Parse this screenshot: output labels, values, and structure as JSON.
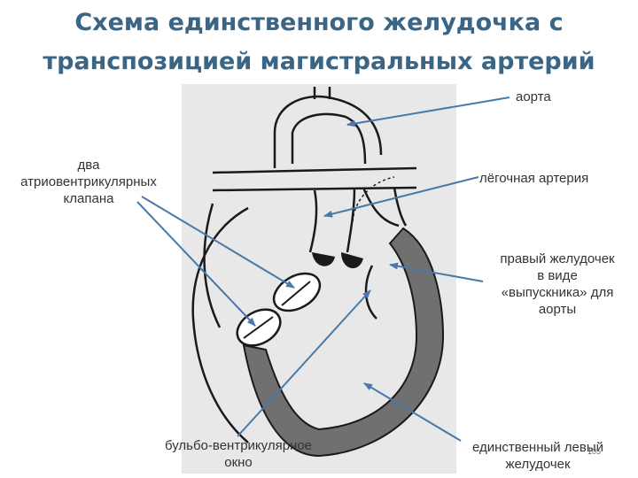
{
  "title": {
    "line1": "Схема единственного желудочка с",
    "line2": "транспозицией магистральных артерий"
  },
  "labels": {
    "aorta": "аорта",
    "av_valves": [
      "два",
      "атриовентрикулярных",
      "клапана"
    ],
    "pulmonary_artery": "лёгочная артерия",
    "right_ventricle": [
      "правый желудочек",
      "в виде",
      "«выпускника»  для",
      "аорты"
    ],
    "bulboventricular": [
      "бульбо-вентрикулярное",
      "окно"
    ],
    "single_left_ventricle": [
      "единственный левый",
      "желудочек"
    ]
  },
  "page_number": "105",
  "colors": {
    "title": "#3b6585",
    "arrow": "#4a78a8",
    "ventricle_wall": "#707070",
    "outline": "#1a1a1a"
  }
}
